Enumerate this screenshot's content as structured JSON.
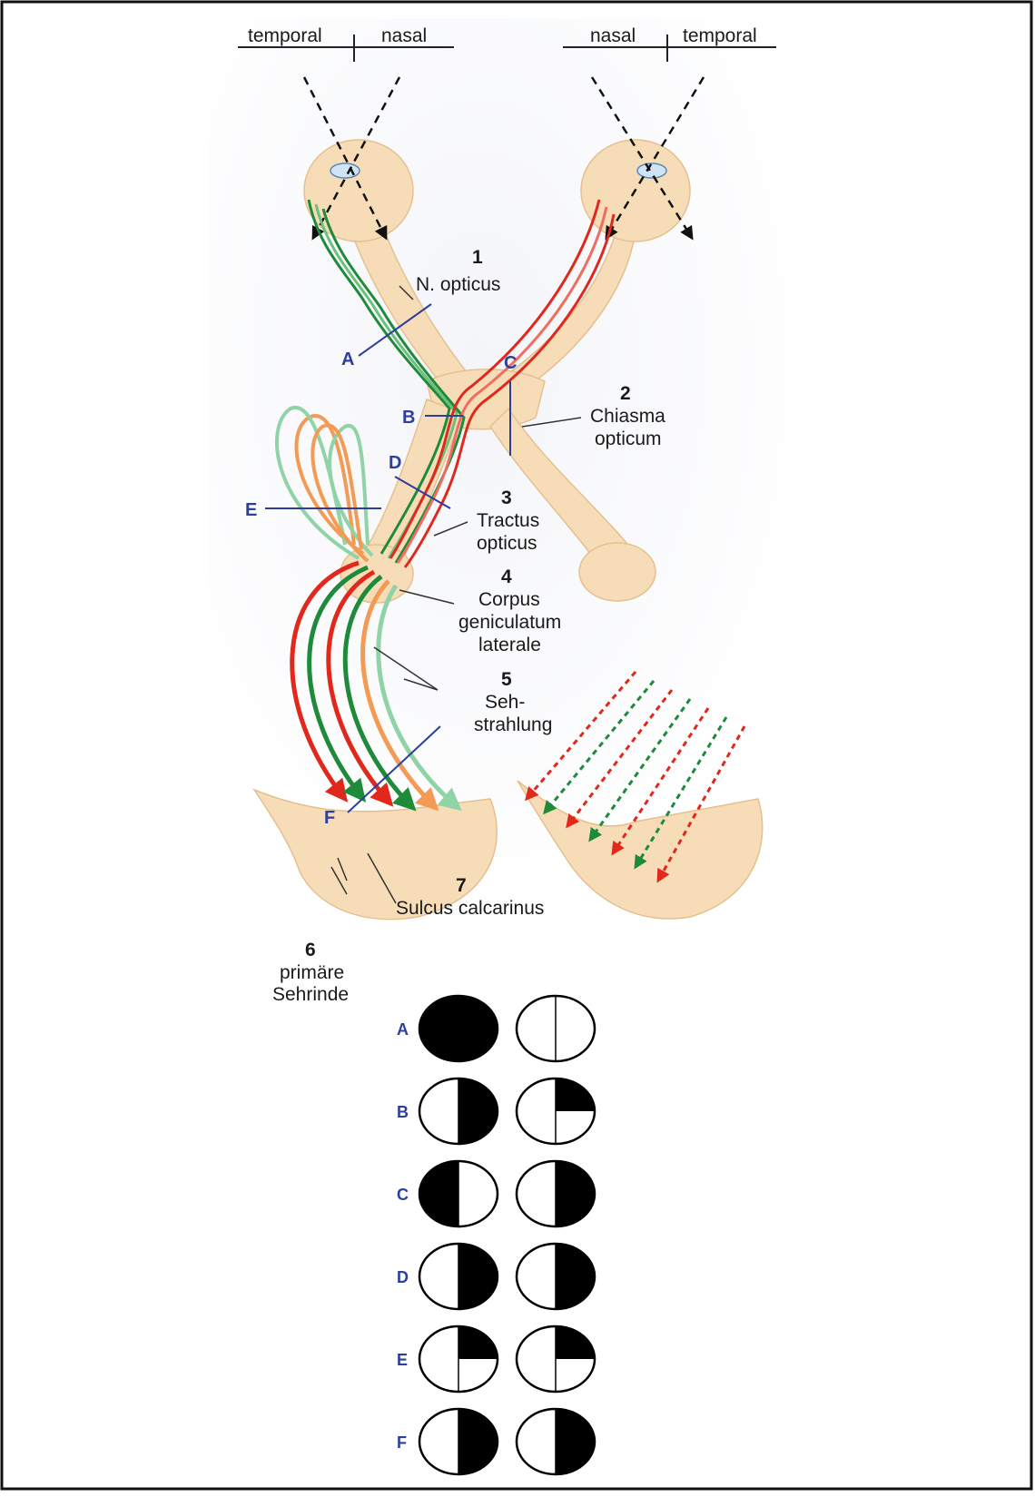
{
  "left_eye": {
    "temporal": "temporal",
    "nasal": "nasal"
  },
  "right_eye": {
    "nasal": "nasal",
    "temporal": "temporal"
  },
  "labels": {
    "n1": "1",
    "l1": "N. opticus",
    "n2": "2",
    "l2a": "Chiasma",
    "l2b": "opticum",
    "n3": "3",
    "l3a": "Tractus",
    "l3b": "opticus",
    "n4": "4",
    "l4a": "Corpus",
    "l4b": "geniculatum",
    "l4c": "laterale",
    "n5": "5",
    "l5a": "Seh-",
    "l5b": "strahlung",
    "n6": "6",
    "l6a": "primäre",
    "l6b": "Sehrinde",
    "n7": "7",
    "l7": "Sulcus calcarinus"
  },
  "lesion_markers": {
    "A": "A",
    "B": "B",
    "C": "C",
    "D": "D",
    "E": "E",
    "F": "F"
  },
  "visual_fields": [
    {
      "letter": "A",
      "left": "full",
      "right": "none"
    },
    {
      "letter": "B",
      "left": "right-half",
      "right": "upper-right-quadrant"
    },
    {
      "letter": "C",
      "left": "left-half",
      "right": "right-half"
    },
    {
      "letter": "D",
      "left": "right-half",
      "right": "right-half"
    },
    {
      "letter": "E",
      "left": "upper-right-quadrant",
      "right": "upper-right-quadrant"
    },
    {
      "letter": "F",
      "left": "right-half",
      "right": "right-half"
    }
  ],
  "colors": {
    "tissue": "#f6ddb8",
    "tissue_edge": "#e4c08f",
    "green": "#1e8a3a",
    "light_green": "#8fd3a7",
    "red": "#e0281c",
    "orange": "#f39a55",
    "marker_blue": "#2c3f9c"
  }
}
